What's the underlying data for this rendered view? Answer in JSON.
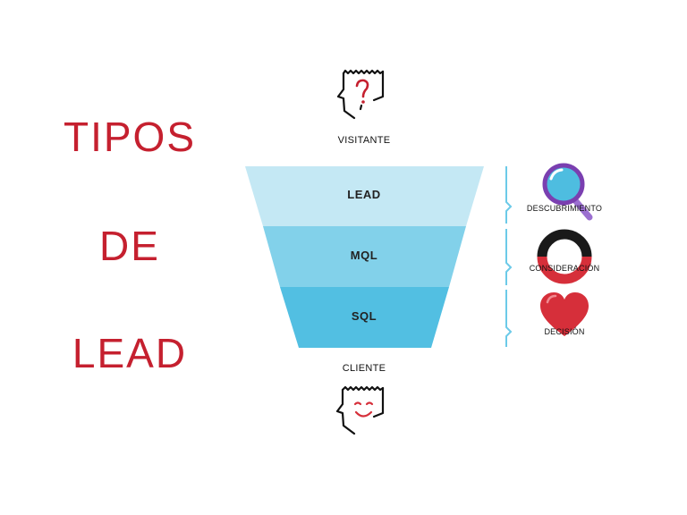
{
  "title": {
    "line1": "TIPOS",
    "line2": "DE",
    "line3": "LEAD"
  },
  "funnel": {
    "top_label": "VISITANTE",
    "bottom_label": "CLIENTE",
    "stages": [
      {
        "label": "LEAD",
        "color": "#bfe6f3"
      },
      {
        "label": "MQL",
        "color": "#7fcfe8"
      },
      {
        "label": "SQL",
        "color": "#4ebde0"
      }
    ]
  },
  "phases": [
    {
      "label": "DESCUBRIMIENTO",
      "icon": "magnifier-icon"
    },
    {
      "label": "CONSIDERACIÓN",
      "icon": "ring-icon"
    },
    {
      "label": "DECISIÓN",
      "icon": "heart-icon"
    }
  ],
  "colors": {
    "accent": "#c5202f",
    "bracket": "#6ccae8"
  }
}
